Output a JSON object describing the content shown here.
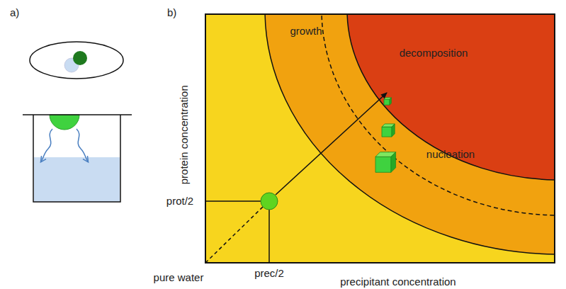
{
  "diagram": {
    "labels": [
      "a)",
      "b)",
      "growth",
      "decomposition",
      "nucleation",
      "protein concentration",
      "prot/2",
      "pure water",
      "prec/2",
      "precipitant concentration"
    ]
  }
}
